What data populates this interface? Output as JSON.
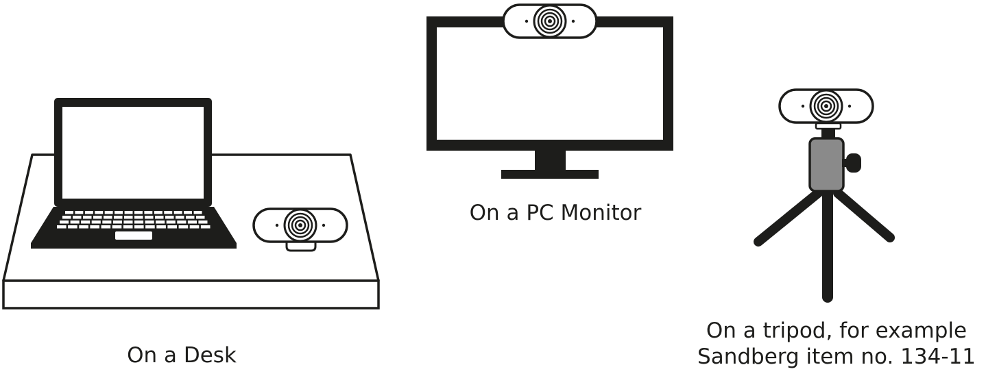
{
  "captions": {
    "desk": "On a Desk",
    "monitor": "On a PC Monitor",
    "tripod_line1": "On a tripod, for example",
    "tripod_line2": "Sandberg item no. 134-11"
  },
  "colors": {
    "ink": "#1d1d1b",
    "tripod_head": "#8a8a8a",
    "background": "#ffffff"
  }
}
